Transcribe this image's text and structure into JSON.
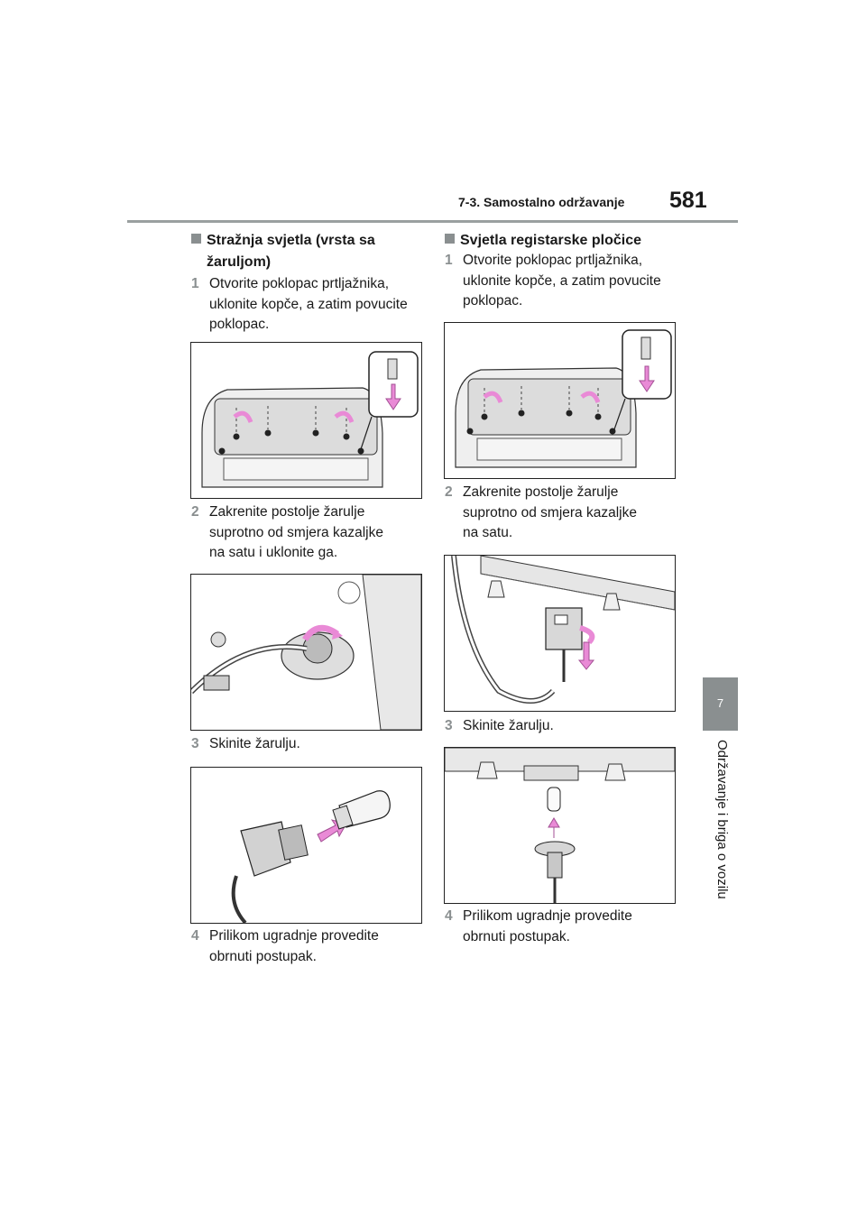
{
  "header": {
    "section": "7-3. Samostalno održavanje",
    "page_number": "581"
  },
  "side_tab": {
    "chapter_number": "7",
    "chapter_title": "Održavanje i briga o vozilu"
  },
  "left_column": {
    "heading_line1": "Stražnja svjetla (vrsta sa",
    "heading_line2": "žaruljom)",
    "steps": [
      {
        "num": "1",
        "lines": [
          "Otvorite poklopac prtljažnika,",
          "uklonite kopče, a zatim povucite",
          "poklopac."
        ]
      },
      {
        "num": "2",
        "lines": [
          "Zakrenite postolje žarulje",
          "suprotno od smjera kazaljke",
          "na satu i uklonite ga."
        ]
      },
      {
        "num": "3",
        "lines": [
          "Skinite žarulju."
        ]
      },
      {
        "num": "4",
        "lines": [
          "Prilikom ugradnje provedite",
          "obrnuti postupak."
        ]
      }
    ]
  },
  "right_column": {
    "heading_line1": "Svjetla registarske pločice",
    "steps": [
      {
        "num": "1",
        "lines": [
          "Otvorite poklopac prtljažnika,",
          "uklonite kopče, a zatim povucite",
          "poklopac."
        ]
      },
      {
        "num": "2",
        "lines": [
          "Zakrenite postolje žarulje",
          "suprotno od smjera kazaljke",
          "na satu."
        ]
      },
      {
        "num": "3",
        "lines": [
          "Skinite žarulju."
        ]
      },
      {
        "num": "4",
        "lines": [
          "Prilikom ugradnje provedite",
          "obrnuti postupak."
        ]
      }
    ]
  },
  "colors": {
    "accent": "#8a8f90",
    "arrow": "#e98ad6"
  }
}
